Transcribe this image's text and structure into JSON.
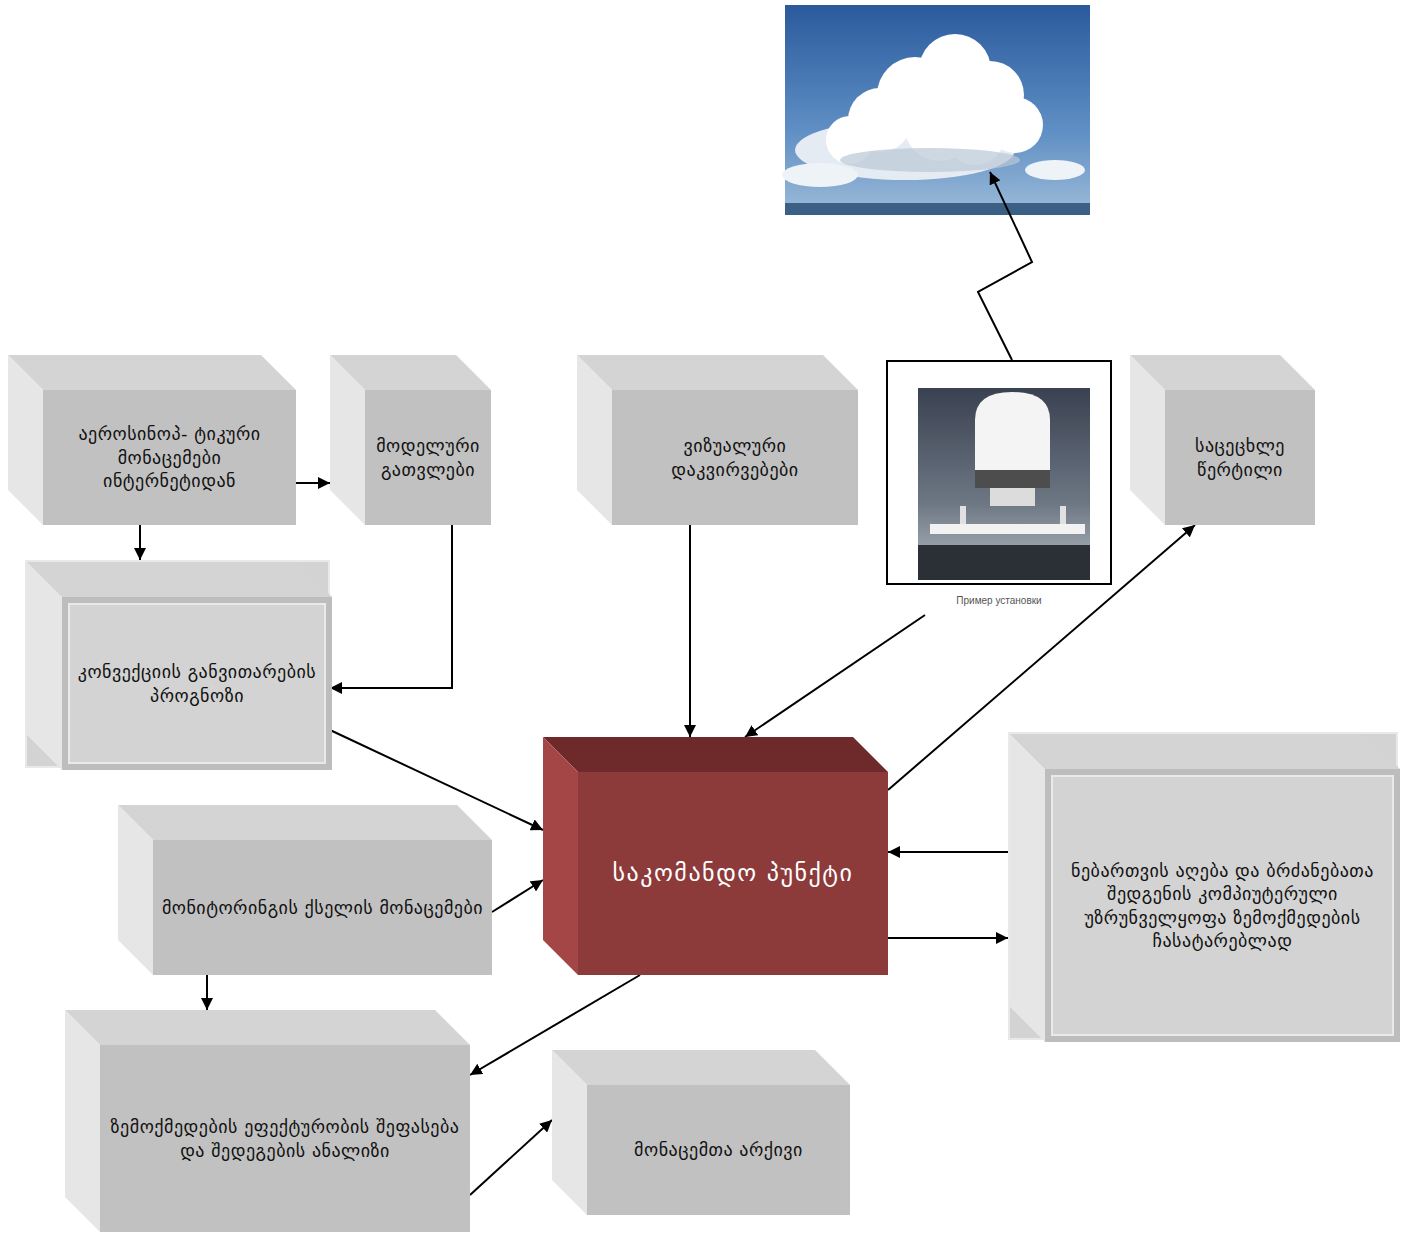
{
  "diagram": {
    "nodes": [
      {
        "text": [
          "აეროსინოპ- ტიკური მონაცემები ინტერნეტიდან"
        ]
      },
      {
        "text": [
          "მოდელური გათვლები"
        ]
      },
      {
        "text": [
          "ვიზუალური დაკვირვებები"
        ]
      },
      {
        "text": [
          "Пример установки"
        ]
      },
      {
        "text": [
          "საცეცხლე წერტილი"
        ]
      },
      {
        "text": [
          "კონვექციის განვითარების პროგნოზი"
        ]
      },
      {
        "text": [
          "საკომანდო პუნქტი"
        ]
      },
      {
        "text": [
          "ნებართვის აღება და ბრძანებათა შედგენის კომპიუტერული უზრუნველყოფა ზემოქმედების ჩასატარებლად"
        ]
      },
      {
        "text": [
          "მონიტორინგის ქსელის მონაცემები"
        ]
      },
      {
        "text": [
          "ზემოქმედების ეფექტურობის შეფასება და შედეგების ანალიზი"
        ]
      },
      {
        "text": [
          "მონაცემთა არქივი"
        ]
      }
    ],
    "edges": [
      {
        "from": 0,
        "to": 1,
        "arrow": "to"
      },
      {
        "from": 0,
        "to": 5,
        "arrow": "to"
      },
      {
        "from": 1,
        "to": 5,
        "arrow": "to"
      },
      {
        "from": 2,
        "to": 6,
        "arrow": "to"
      },
      {
        "from": 3,
        "to": 6,
        "arrow": "to"
      },
      {
        "from": 6,
        "to": 4,
        "arrow": "to"
      },
      {
        "from": 5,
        "to": 6,
        "arrow": "to"
      },
      {
        "from": 8,
        "to": 6,
        "arrow": "to"
      },
      {
        "from": 7,
        "to": 6,
        "arrow": "to"
      },
      {
        "from": 6,
        "to": 7,
        "arrow": "to"
      },
      {
        "from": 6,
        "to": 9,
        "arrow": "to"
      },
      {
        "from": 8,
        "to": 9,
        "arrow": "to"
      },
      {
        "from": 9,
        "to": 10,
        "arrow": "to"
      }
    ]
  }
}
